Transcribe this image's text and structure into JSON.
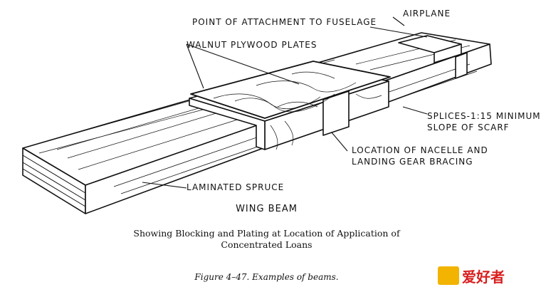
{
  "labels": {
    "attachment": "POINT OF ATTACHMENT TO FUSELAGE",
    "airplane": "AIRPLANE",
    "plates": "WALNUT PLYWOOD PLATES",
    "splices_line1": "SPLICES-1:15 MINIMUM",
    "splices_line2": "SLOPE OF SCARF",
    "nacelle_line1": "LOCATION OF NACELLE AND",
    "nacelle_line2": "LANDING GEAR BRACING",
    "spruce": "LAMINATED SPRUCE"
  },
  "title": "WING BEAM",
  "caption_line1": "Showing Blocking and Plating at Location of Application of",
  "caption_line2": "Concentrated Loans",
  "figure_caption": "Figure 4–47. Examples of beams.",
  "watermark": "爱好者",
  "colors": {
    "ink": "#111111",
    "watermark_red": "#d81e1e",
    "watermark_yellow": "#f2b400"
  }
}
